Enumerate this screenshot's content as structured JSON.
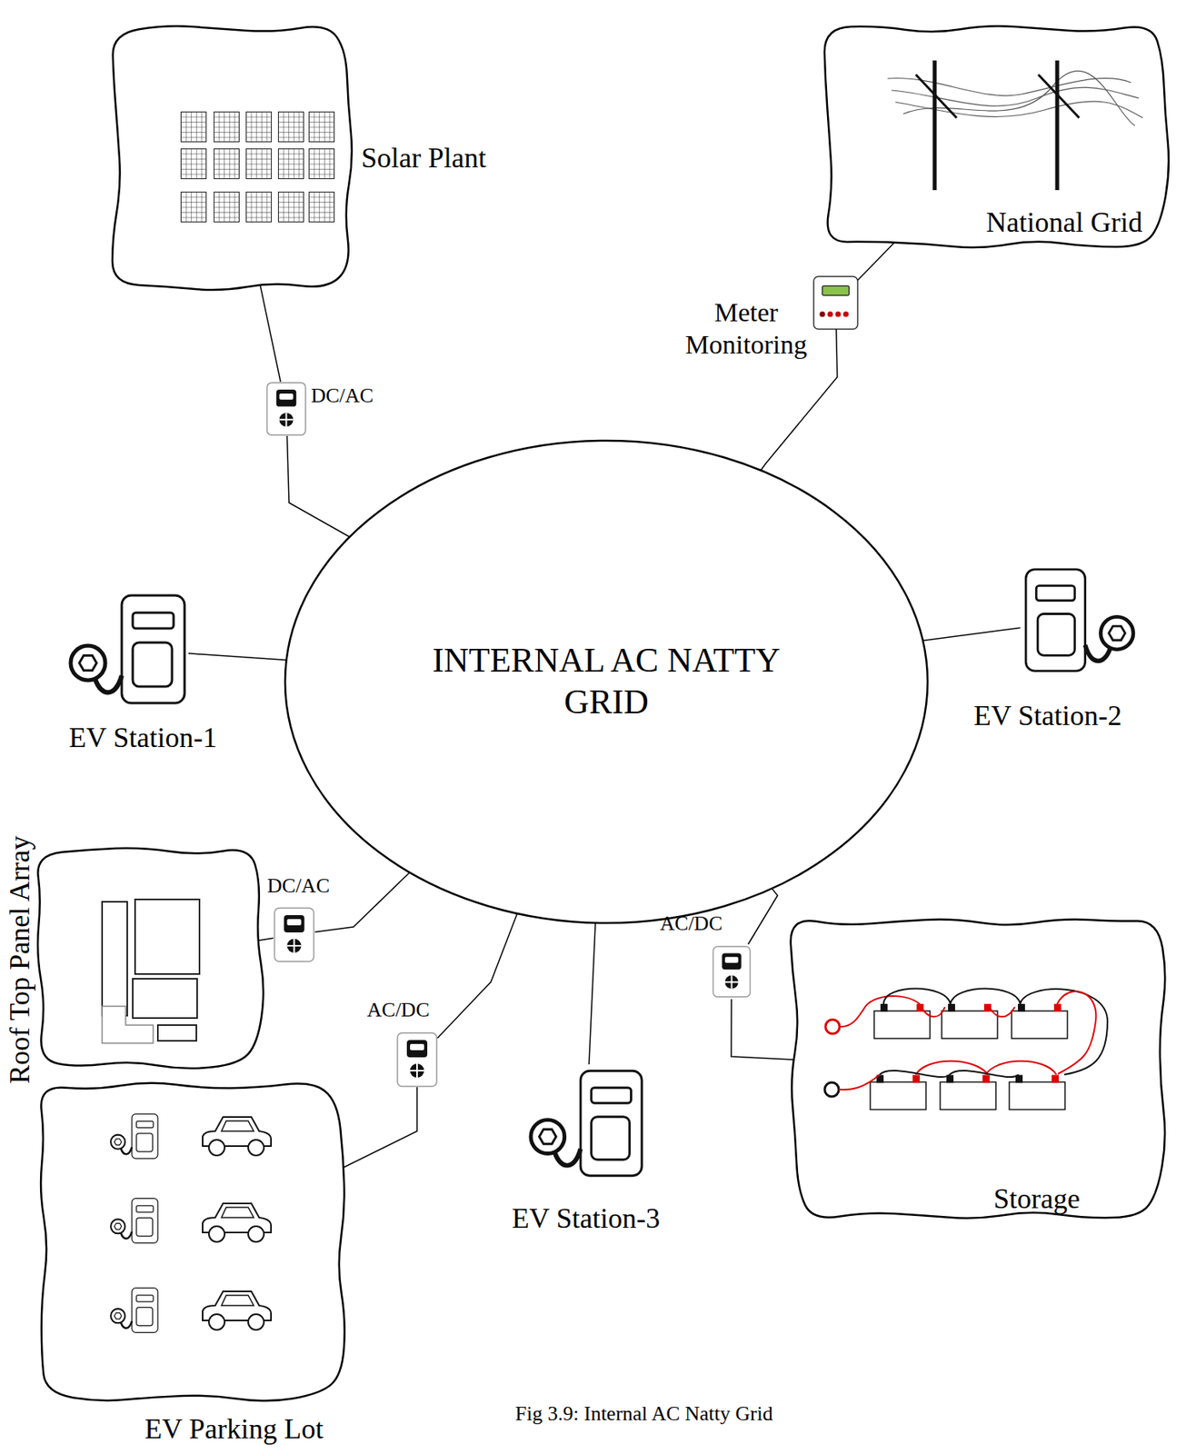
{
  "diagram": {
    "caption": "Fig 3.9: Internal AC Natty Grid",
    "nodes": [
      {
        "text": [
          "Solar Plant"
        ]
      },
      {
        "text": [
          "National Grid"
        ]
      },
      {
        "text": [
          "Meter Monitoring"
        ]
      },
      {
        "text": [
          "DC/AC"
        ]
      },
      {
        "text": [
          "INTERNAL AC NATTY GRID"
        ]
      },
      {
        "text": [
          "EV Station-1"
        ]
      },
      {
        "text": [
          "EV Station-2"
        ]
      },
      {
        "text": [
          "Roof Top Panel Array"
        ]
      },
      {
        "text": [
          "DC/AC"
        ]
      },
      {
        "text": [
          "AC/DC"
        ]
      },
      {
        "text": [
          "EV Parking Lot"
        ]
      },
      {
        "text": [
          "EV Station-3"
        ]
      },
      {
        "text": [
          "AC/DC"
        ]
      },
      {
        "text": [
          "Storage"
        ]
      }
    ],
    "edges": [
      {
        "from": 0,
        "to": 3,
        "arrow": "none"
      },
      {
        "from": 3,
        "to": 4,
        "arrow": "none"
      },
      {
        "from": 1,
        "to": 2,
        "arrow": "none"
      },
      {
        "from": 2,
        "to": 4,
        "arrow": "none"
      },
      {
        "from": 5,
        "to": 4,
        "arrow": "none"
      },
      {
        "from": 6,
        "to": 4,
        "arrow": "none"
      },
      {
        "from": 7,
        "to": 8,
        "arrow": "none"
      },
      {
        "from": 8,
        "to": 4,
        "arrow": "none"
      },
      {
        "from": 4,
        "to": 9,
        "arrow": "none"
      },
      {
        "from": 9,
        "to": 10,
        "arrow": "none"
      },
      {
        "from": 11,
        "to": 4,
        "arrow": "none"
      },
      {
        "from": 4,
        "to": 12,
        "arrow": "none"
      },
      {
        "from": 12,
        "to": 13,
        "arrow": "none"
      }
    ]
  }
}
